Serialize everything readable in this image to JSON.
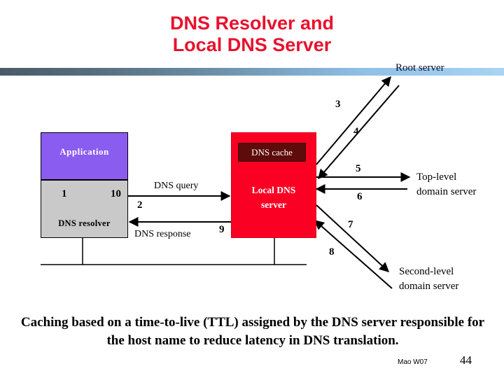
{
  "slide": {
    "title_line1": "DNS Resolver and",
    "title_line2": "Local DNS Server",
    "title_color": "#e8112d",
    "bar_gradient_from": "#4a5a68",
    "bar_gradient_to": "#a9d4f3"
  },
  "diagram": {
    "boxes": {
      "application": {
        "label": "Application",
        "fill": "#8b5cf0",
        "text_color": "#ffffff"
      },
      "dns_resolver": {
        "label": "DNS resolver",
        "fill": "#c9c9c9",
        "text_color": "#000000"
      },
      "local_dns_server": {
        "label": "Local DNS\nserver",
        "label_line1": "Local DNS",
        "label_line2": "server",
        "fill": "#fa0023",
        "text_color": "#ffffff"
      },
      "dns_cache": {
        "label": "DNS cache",
        "fill": "#5e0b0b",
        "text_color": "#ffffff"
      }
    },
    "external_nodes": {
      "root_server": {
        "label": "Root server"
      },
      "top_level_domain_server": {
        "label_line1": "Top-level",
        "label_line2": "domain server"
      },
      "second_level_domain_server": {
        "label_line1": "Second-level",
        "label_line2": "domain server"
      }
    },
    "arrow_labels": {
      "dns_query": "DNS query",
      "dns_response": "DNS response"
    },
    "steps": {
      "s1": "1",
      "s2": "2",
      "s3": "3",
      "s4": "4",
      "s5": "5",
      "s6": "6",
      "s7": "7",
      "s8": "8",
      "s9": "9",
      "s10": "10"
    }
  },
  "caption": {
    "line1": "Caching based on a time-to-live (TTL) assigned by the DNS server",
    "line2": "responsible for the host name to reduce latency in DNS translation."
  },
  "footer": {
    "author": "Mao W07",
    "page_number": "44"
  }
}
